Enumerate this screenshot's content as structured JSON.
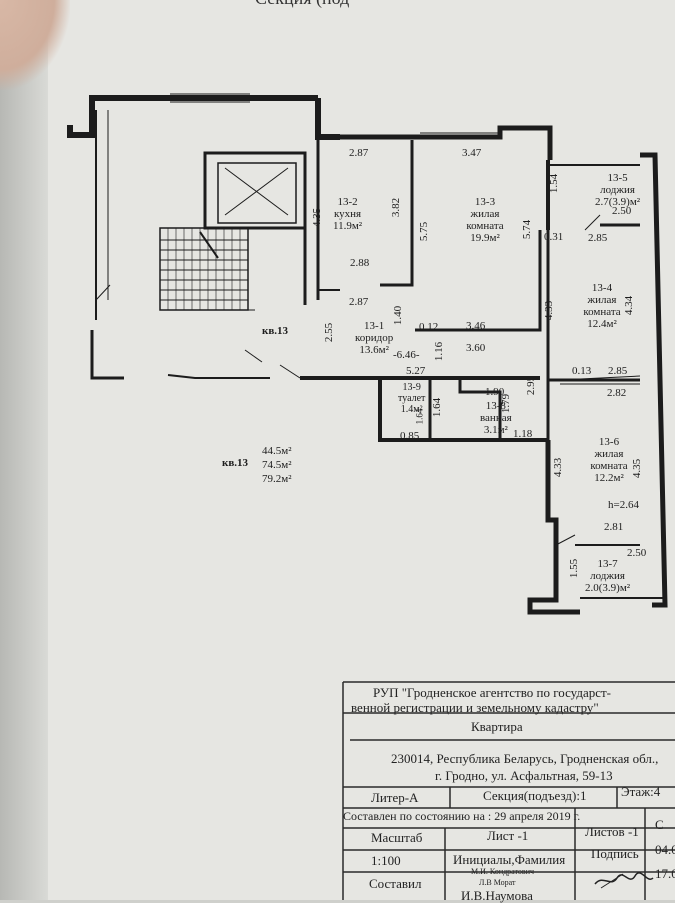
{
  "header_fragment": "Секция (под",
  "apartment_label": "кв.13",
  "areas": [
    "44.5м²",
    "74.5м²",
    "79.2м²"
  ],
  "rooms": [
    {
      "id": "13-2",
      "name": "кухня",
      "area": "11.9м²"
    },
    {
      "id": "13-3",
      "name": "жилая комната",
      "area": "19.9м²"
    },
    {
      "id": "13-5",
      "name": "лоджия",
      "area": "2.7(3.9)м²"
    },
    {
      "id": "13-4",
      "name": "жилая комната",
      "area": "12.4м²"
    },
    {
      "id": "13-1",
      "name": "коридор",
      "area": "13.6м²"
    },
    {
      "id": "13-9",
      "name": "туалет",
      "area": "1.4м²"
    },
    {
      "id": "13-8",
      "name": "ванная",
      "area": "3.1м²"
    },
    {
      "id": "13-6",
      "name": "жилая комната",
      "area": "12.2м²"
    },
    {
      "id": "13-7",
      "name": "лоджия",
      "area": "2.0(3.9)м²"
    }
  ],
  "dimensions": {
    "d287a": "2.87",
    "d347": "3.47",
    "d154": "1.54",
    "d250a": "2.50",
    "d031": "0.31",
    "d285a": "2.85",
    "d435a": "4.35",
    "d382": "3.82",
    "d575": "5.75",
    "d574": "5.74",
    "d434": "4.34",
    "d288": "2.88",
    "d287b": "2.87",
    "d140": "1.40",
    "d255": "2.55",
    "d012": "0.12",
    "d346": "3.46",
    "d433a": "4.33",
    "d360": "3.60",
    "d646": "-6.46-",
    "d116": "1.16",
    "d527": "5.27",
    "d190": "1.90",
    "d164a": "1.64",
    "d164b": "1.64",
    "d179": "1.79",
    "d295": "2.95",
    "d013": "0.13",
    "d285b": "2.85",
    "d282": "2.82",
    "d085": "0.85",
    "d118": "1.18",
    "d433b": "4.33",
    "d435b": "4.35",
    "h264": "h=2.64",
    "d281": "2.81",
    "d250b": "2.50",
    "d155": "1.55"
  },
  "title_block": {
    "org_line1": "РУП \"Гродненское агентство по государст-",
    "org_line2": "венной регистрации и земельному кадастру\"",
    "object": "Квартира",
    "address_line1": "230014, Республика Беларусь, Гродненская обл.,",
    "address_line2": "г. Гродно, ул. Асфальтная, 59-13",
    "liter": "Литер-А",
    "section": "Секция(подъезд):1",
    "floor": "Этаж:4",
    "compiled": "Составлен по состоянию на : 29 апреля 2019 г.",
    "scale_label": "Масштаб",
    "sheet_label": "Лист -1",
    "sheets_label": "Листов -1",
    "scale_value": "1:100",
    "initials_label": "Инициалы,Фамилия",
    "signature_label": "Подпись",
    "date_frag1": "04.0",
    "compiled_by": "Составил",
    "person1": "М.И. Кондратович",
    "person2": "Л.В Морат",
    "date_frag2": "17.0",
    "person3": "И.В.Наумова",
    "col_frag": "С"
  }
}
